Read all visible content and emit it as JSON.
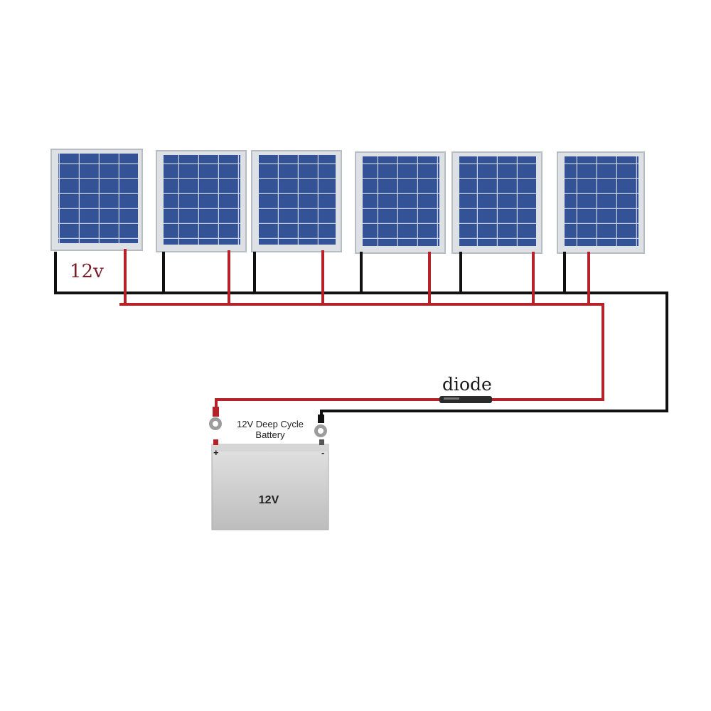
{
  "labels": {
    "panel_voltage": "12v",
    "diode": "diode"
  },
  "battery": {
    "title_line1": "12V Deep Cycle",
    "title_line2": "Battery",
    "voltage": "12V",
    "positive_symbol": "+",
    "negative_symbol": "-"
  },
  "panels": {
    "count": 6
  },
  "colors": {
    "wire_positive": "#b5222a",
    "wire_negative": "#111111",
    "panel_frame": "#d9dde2",
    "cell_blue": "#2c4a8c",
    "cell_grid": "#c9d3e6",
    "battery_body": "#c8c8c8",
    "battery_top": "#dcdcdc"
  }
}
